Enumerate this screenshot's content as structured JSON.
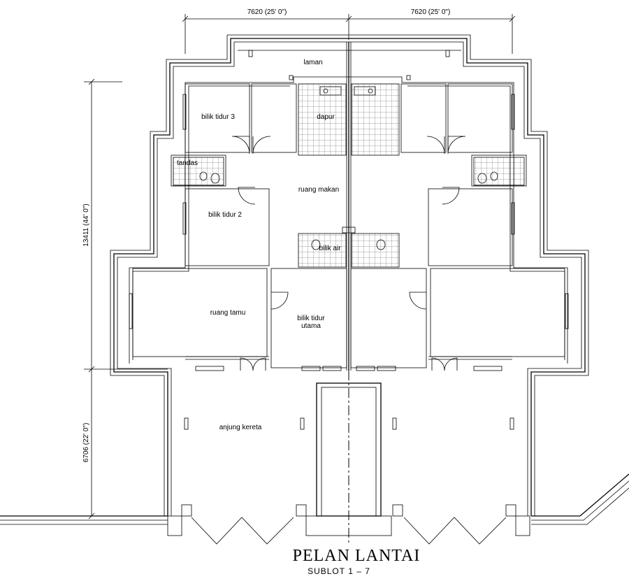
{
  "dimensions": {
    "top_left": "7620   (25' 0\")",
    "top_right": "7620   (25' 0\")",
    "left_upper": "13411 (44' 0\")",
    "left_lower": "6706 (22' 0\")"
  },
  "rooms": {
    "laman": "laman",
    "bilik_tidur_3": "bilik tidur 3",
    "dapur": "dapur",
    "bilik_tidur_2": "bilik tidur 2",
    "ruang_makan": "ruang makan",
    "ruang_tamu": "ruang tamu",
    "bilik_tidur_utama_1": "bilik tidur",
    "bilik_tidur_utama_2": "utama",
    "anjung_kereta": "anjung kereta",
    "tandas_left": "tandas",
    "tandas_center": "bilik air"
  },
  "title": {
    "main": "PELAN  LANTAI",
    "sub": "SUBLOT 1  –  7"
  }
}
